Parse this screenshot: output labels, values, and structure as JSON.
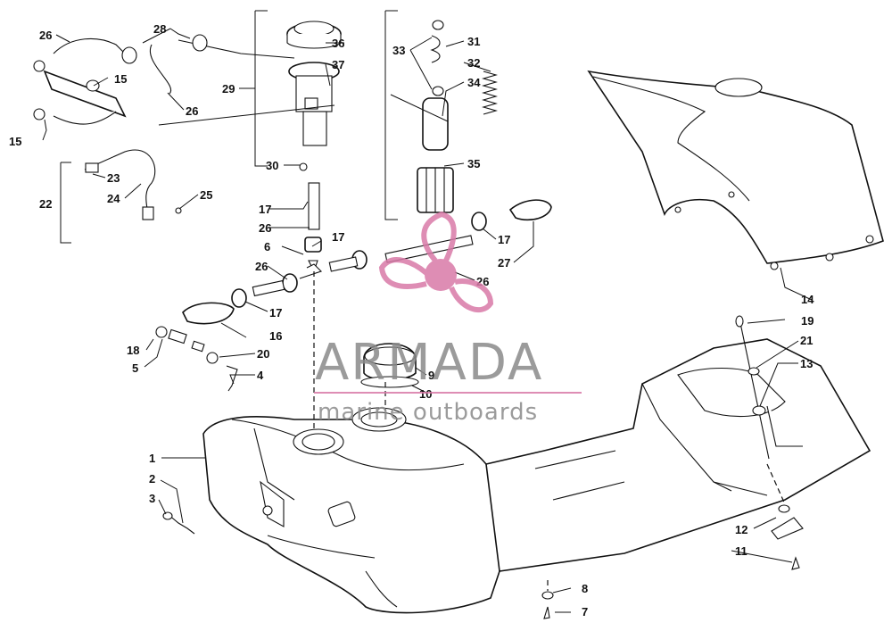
{
  "callouts": {
    "c1": "1",
    "c2": "2",
    "c3": "3",
    "c4": "4",
    "c5": "5",
    "c6": "6",
    "c7": "7",
    "c8": "8",
    "c9": "9",
    "c10": "10",
    "c11": "11",
    "c12": "12",
    "c13": "13",
    "c14": "14",
    "c15a": "15",
    "c15b": "15",
    "c16": "16",
    "c17a": "17",
    "c17b": "17",
    "c17c": "17",
    "c17d": "17",
    "c18": "18",
    "c19": "19",
    "c20": "20",
    "c21": "21",
    "c22": "22",
    "c23": "23",
    "c24": "24",
    "c25": "25",
    "c26a": "26",
    "c26b": "26",
    "c26c": "26",
    "c26d": "26",
    "c26e": "26",
    "c27": "27",
    "c28": "28",
    "c29": "29",
    "c30": "30",
    "c31": "31",
    "c32": "32",
    "c33": "33",
    "c34": "34",
    "c35": "35",
    "c36": "36",
    "c37": "37"
  },
  "watermark": {
    "brand": "ARMADA",
    "tagline": "marine outboards",
    "accent_color": "#d97aa8"
  }
}
